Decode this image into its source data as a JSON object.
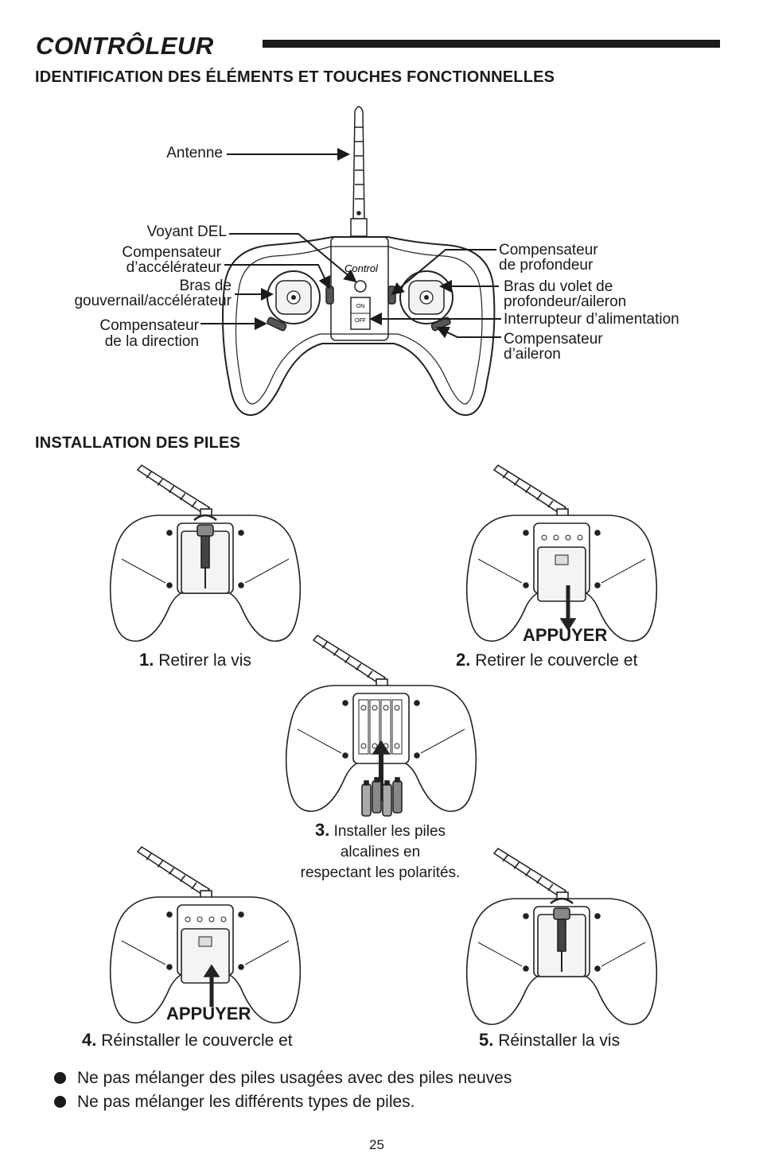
{
  "header": {
    "title": "CONTRÔLEUR",
    "subtitle": "IDENTIFICATION DES ÉLÉMENTS ET TOUCHES FONCTIONNELLES"
  },
  "controller": {
    "logo": "Control",
    "switch_on": "ON",
    "switch_off": "OFF",
    "labels": {
      "antenne": "Antenne",
      "voyant": "Voyant DEL",
      "comp_accel_1": "Compensateur",
      "comp_accel_2": "d’accélérateur",
      "bras_gouv_1": "Bras de",
      "bras_gouv_2": "gouvernail/accélérateur",
      "comp_dir_1": "Compensateur",
      "comp_dir_2": "de la direction",
      "comp_prof_1": "Compensateur",
      "comp_prof_2": "de profondeur",
      "bras_volet_1": "Bras du volet de",
      "bras_volet_2": "profondeur/aileron",
      "interrupteur": "Interrupteur d’alimentation",
      "comp_ail_1": "Compensateur",
      "comp_ail_2": "d’aileron"
    }
  },
  "installation": {
    "heading": "INSTALLATION DES PILES",
    "steps": [
      {
        "num": "1.",
        "text": " Retirer la vis"
      },
      {
        "num": "2.",
        "text": " Retirer le couvercle et"
      },
      {
        "num": "3.",
        "text": " Installer les piles",
        "line2": "alcalines en",
        "line3": "respectant les polarités."
      },
      {
        "num": "4.",
        "text": " Réinstaller le couvercle et"
      },
      {
        "num": "5.",
        "text": " Réinstaller la vis"
      }
    ],
    "press_label": "APPUYER"
  },
  "notes": [
    "Ne pas mélanger des piles usagées avec des piles neuves",
    "Ne pas mélanger les différents types de piles."
  ],
  "page_number": "25"
}
